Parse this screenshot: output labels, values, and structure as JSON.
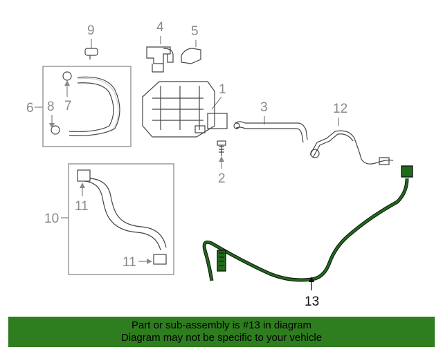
{
  "callouts": {
    "c1": "1",
    "c2": "2",
    "c3": "3",
    "c4": "4",
    "c5": "5",
    "c6": "6",
    "c7": "7",
    "c8": "8",
    "c9": "9",
    "c10": "10",
    "c11a": "11",
    "c11b": "11",
    "c12": "12",
    "c13": "13"
  },
  "banner": {
    "line1": "Part or sub-assembly is #13 in diagram",
    "line2": "Diagram may not be specific to your vehicle"
  },
  "colors": {
    "highlight_part": "#1f6b1a",
    "banner_bg": "#2e7d1e",
    "callout_gray": "#8a8a8a"
  }
}
